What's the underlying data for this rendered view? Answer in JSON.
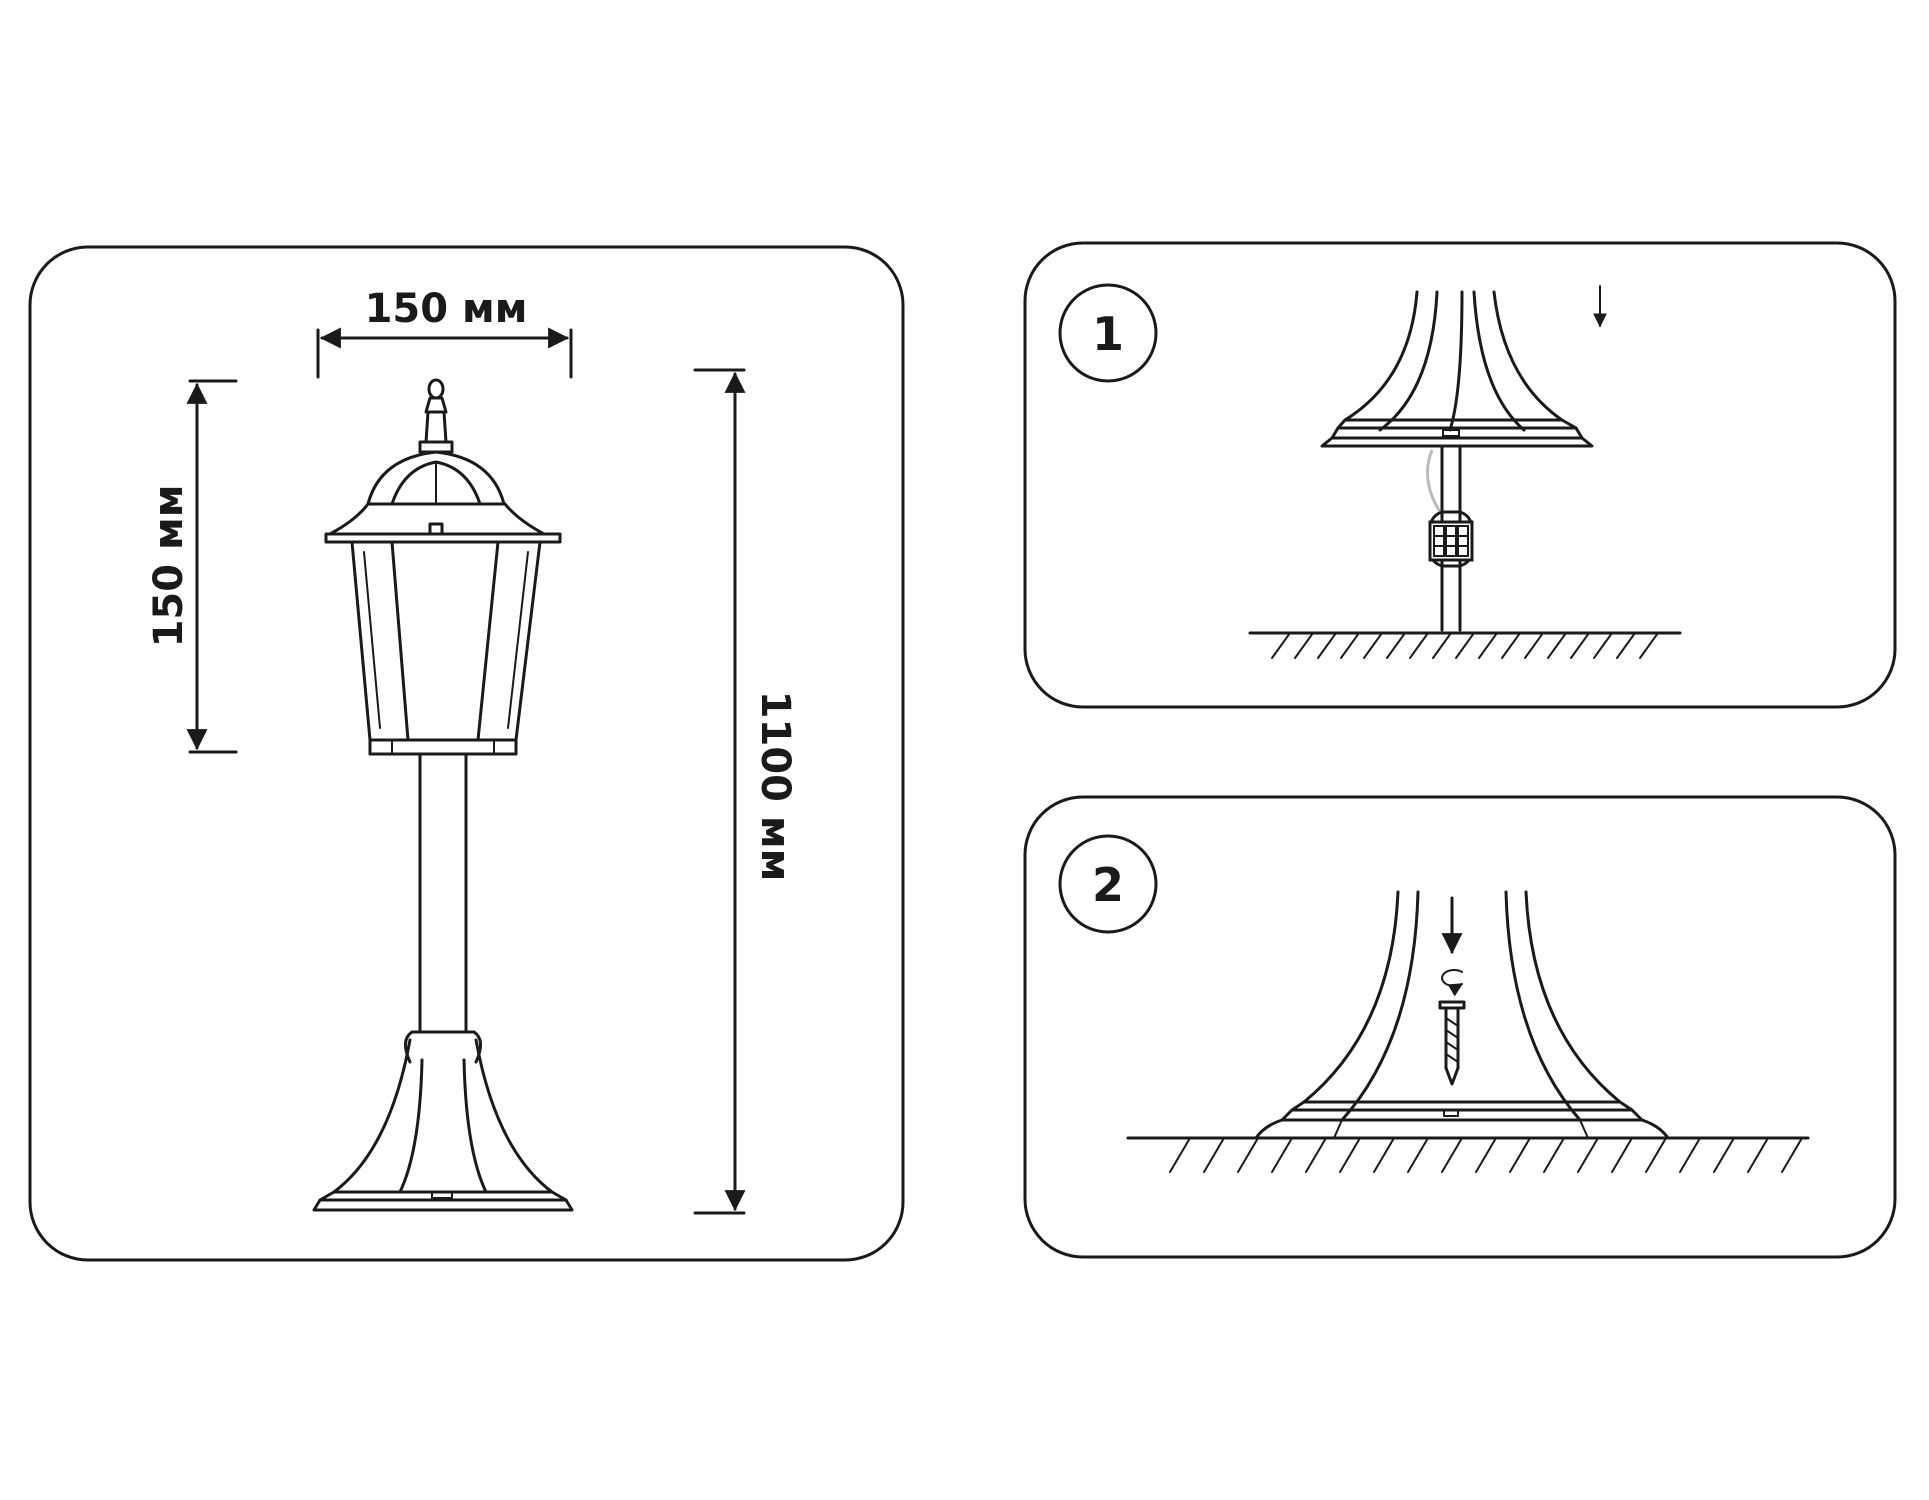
{
  "dimensions": {
    "width_label": "150 мм",
    "lantern_height_label": "150 мм",
    "total_height_label": "1100 мм"
  },
  "steps": [
    {
      "number": "1"
    },
    {
      "number": "2"
    }
  ],
  "colors": {
    "line": "#1a1a1a",
    "background": "#ffffff"
  }
}
